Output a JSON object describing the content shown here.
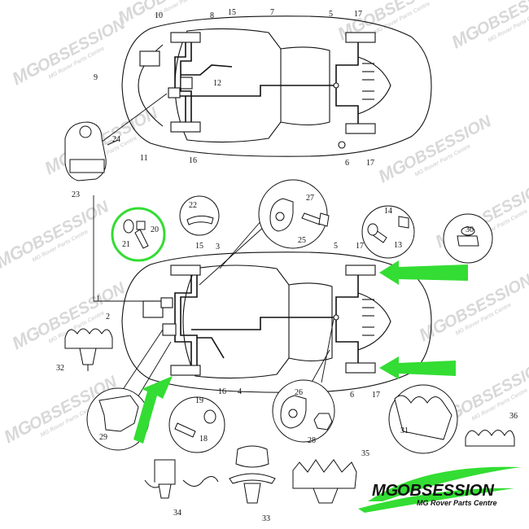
{
  "callouts": {
    "c1": "1",
    "c2": "2",
    "c3": "3",
    "c4": "4",
    "c5": "5",
    "c6": "6",
    "c7": "7",
    "c8": "8",
    "c9": "9",
    "c10": "10",
    "c11": "11",
    "c12": "12",
    "c13": "13",
    "c14": "14",
    "c15": "15",
    "c16": "16",
    "c17": "17",
    "c18": "18",
    "c19": "19",
    "c20": "20",
    "c21": "21",
    "c22": "22",
    "c23": "23",
    "c24": "24",
    "c25": "25",
    "c26": "26",
    "c27": "27",
    "c28": "28",
    "c29": "29",
    "c30": "30",
    "c31": "31",
    "c32": "32",
    "c33": "33",
    "c34": "34",
    "c35": "35",
    "c36": "36"
  },
  "watermark": {
    "brand": "OBSESSION",
    "tagline": "MG Rover Parts Centre",
    "mark": "MG"
  },
  "logo": {
    "mark": "MG",
    "brand": "OBSESSION",
    "tagline": "MG Rover Parts Centre"
  },
  "colors": {
    "highlight": "#33dd33",
    "ink": "#111111",
    "watermark": "#d6d6d6"
  }
}
